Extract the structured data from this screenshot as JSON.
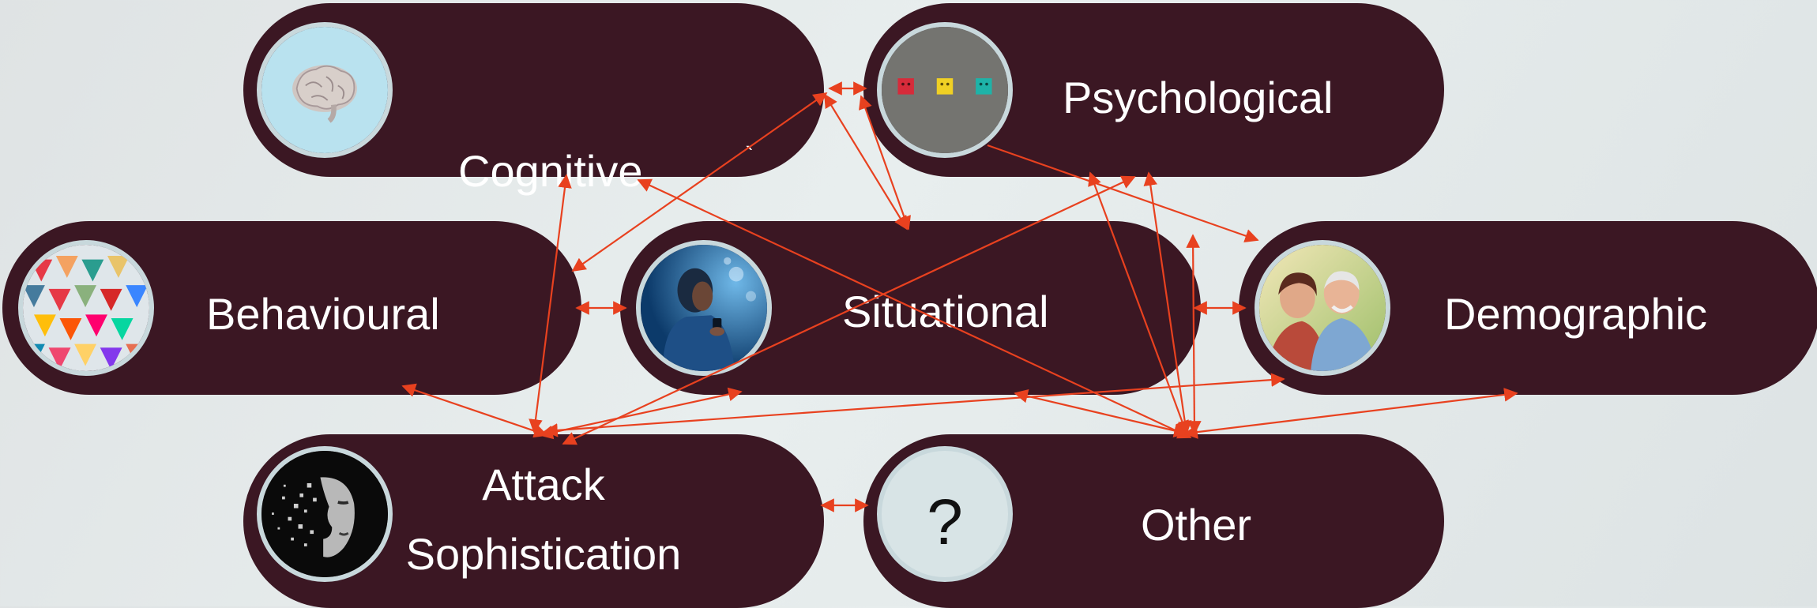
{
  "nodes": {
    "cognitive": {
      "label": "Cognitive",
      "icon": "brain-icon"
    },
    "psychological": {
      "label": "Psychological",
      "icon": "emotion-blocks-icon"
    },
    "behavioural": {
      "label": "Behavioural",
      "icon": "colorful-flags-icon"
    },
    "situational": {
      "label": "Situational",
      "icon": "person-with-phone-icon"
    },
    "demographic": {
      "label": "Demographic",
      "icon": "elderly-couple-icon"
    },
    "attack_sophistication": {
      "label_line1": "Attack",
      "label_line2": "Sophistication",
      "icon": "digital-face-icon"
    },
    "other": {
      "label": "Other",
      "icon": "question-mark-icon",
      "icon_text": "?"
    }
  },
  "stray_mark": "`",
  "colors": {
    "pill": "#3b1723",
    "arrow": "#e8411f",
    "circle_border": "#c8d8dc",
    "text": "#ffffff"
  }
}
